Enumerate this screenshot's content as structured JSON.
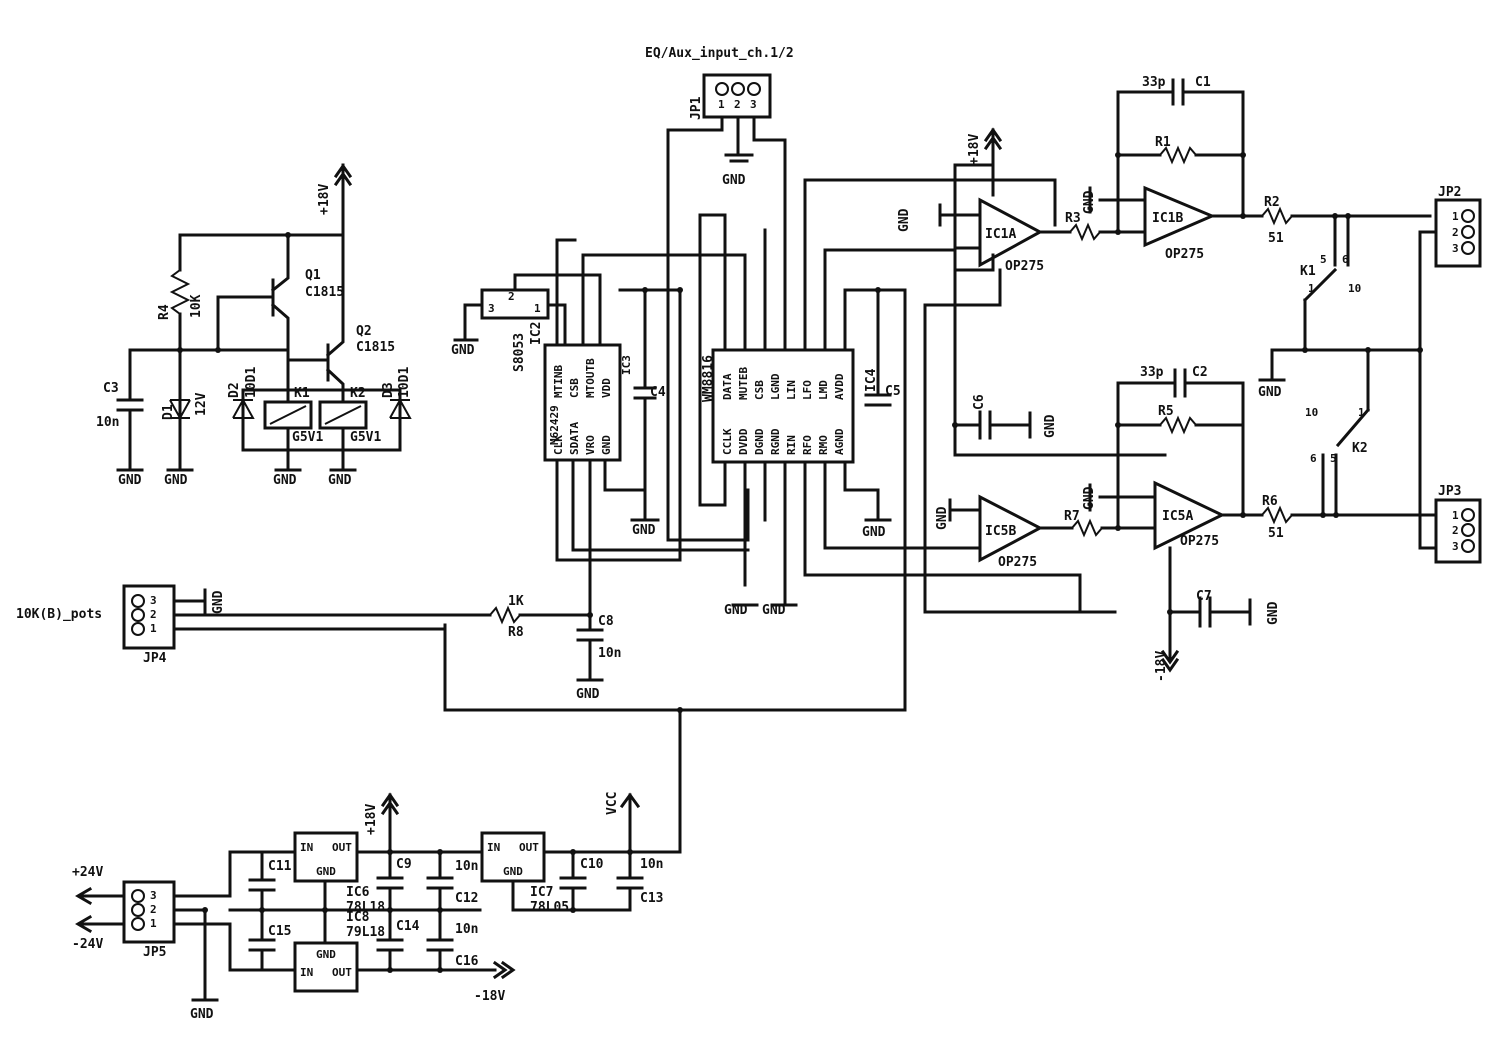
{
  "title": "EQ/Aux_input_ch.1/2",
  "colors": {
    "ink": "#111111",
    "paper": "#ffffff"
  },
  "labels": {
    "gnd": "GND",
    "p18v": "+18V",
    "m18v": "-18V",
    "vcc": "VCC",
    "p24v": "+24V",
    "m24v": "-24V",
    "pots": "10K(B)_pots",
    "jp1": "JP1",
    "jp2": "JP2",
    "jp3": "JP3",
    "jp4": "JP4",
    "jp5": "JP5",
    "r1": "R1",
    "r2": "R2",
    "r3": "R3",
    "r4": "R4",
    "r5": "R5",
    "r6": "R6",
    "r7": "R7",
    "r8": "R8",
    "r2v": "51",
    "r6v": "51",
    "r4v": "10K",
    "r8v": "1K",
    "c1": "C1",
    "c2": "C2",
    "c1v": "33p",
    "c2v": "33p",
    "c3": "C3",
    "c3v": "10n",
    "c4": "C4",
    "c5": "C5",
    "c6": "C6",
    "c7": "C7",
    "c8": "C8",
    "c8v": "10n",
    "c9": "C9",
    "c10": "C10",
    "c11": "C11",
    "c12": "C12",
    "c13": "C13",
    "c14": "C14",
    "c15": "C15",
    "c16": "C16",
    "c12v": "10n",
    "c13v": "10n",
    "c16v": "10n",
    "q1": "Q1",
    "q2": "Q2",
    "q1v": "C1815",
    "q2v": "C1815",
    "d1": "D1",
    "d1v": "12V",
    "d2": "D2",
    "d3": "D3",
    "d2v": "10D1",
    "d3v": "10D1",
    "k1": "K1",
    "k2": "K2",
    "relay": "G5V1",
    "ic1a": "IC1A",
    "ic1b": "IC1B",
    "ic5a": "IC5A",
    "ic5b": "IC5B",
    "op": "OP275",
    "ic2": "IC2",
    "ic2v": "S8053",
    "ic3": "IC3",
    "ic3v": "M62429",
    "ic3pins": [
      "CLK",
      "SDATA",
      "VRO",
      "GND",
      "MTINB",
      "CSB",
      "MTOUTB",
      "VDD"
    ],
    "ic4": "IC4",
    "ic4v": "WM8816",
    "ic4top": [
      "DATA",
      "MUTEB",
      "CSB",
      "LGND",
      "LIN",
      "LFO",
      "LMD",
      "AVDD"
    ],
    "ic4bot": [
      "CCLK",
      "DVDD",
      "DGND",
      "RGND",
      "RIN",
      "RFO",
      "RMO",
      "AGND"
    ],
    "ic6": "IC6",
    "ic6v": "78L18",
    "ic7": "IC7",
    "ic7v": "78L05",
    "ic8": "IC8",
    "ic8v": "79L18",
    "reg_in": "IN",
    "reg_out": "OUT",
    "reg_gnd": "GND",
    "k_pins": [
      "1",
      "5",
      "6",
      "10"
    ]
  }
}
